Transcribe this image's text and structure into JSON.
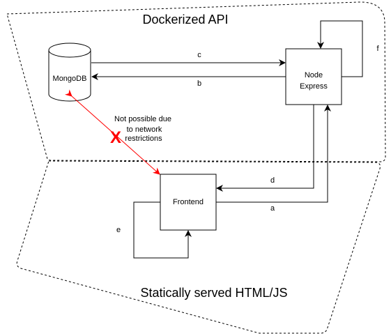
{
  "regions": {
    "top_title": "Dockerized API",
    "bottom_title": "Statically served HTML/JS"
  },
  "nodes": {
    "mongodb": "MongoDB",
    "node_express_line1": "Node",
    "node_express_line2": "Express",
    "frontend": "Frontend"
  },
  "edges": {
    "a": "a",
    "b": "b",
    "c": "c",
    "d": "d",
    "e": "e",
    "f": "f"
  },
  "annotation": {
    "line1": "Not possible due",
    "line2": "to network",
    "line3": "restrictions",
    "cross_mark": "X"
  },
  "colors": {
    "stroke": "#000000",
    "blocked": "#ff0000"
  }
}
